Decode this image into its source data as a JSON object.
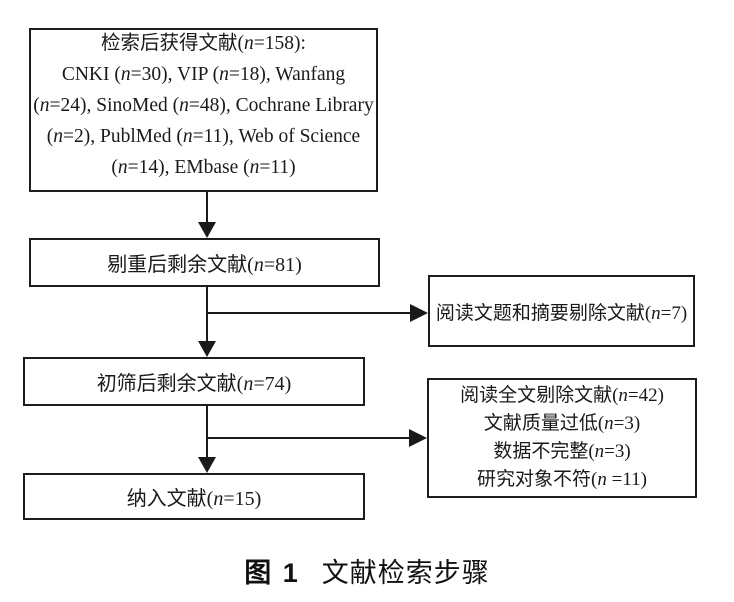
{
  "figure": {
    "nodes": {
      "identified": {
        "lines": [
          "检索后获得文献(n=158):",
          "CNKI (n=30), VIP (n=18), Wanfang",
          "(n=24), SinoMed (n=48), Cochrane Library",
          "(n=2), PublMed (n=11), Web of Science",
          "(n=14), EMbase (n=11)"
        ]
      },
      "after_dedup": {
        "text": "剔重后剩余文献(n=81)"
      },
      "excluded_title_abstract": {
        "text": "阅读文题和摘要剔除文献(n=7)"
      },
      "after_initial_screen": {
        "text": "初筛后剩余文献(n=74)"
      },
      "excluded_fulltext": {
        "lines": [
          "阅读全文剔除文献(n=42)",
          "文献质量过低(n=3)",
          "数据不完整(n=3)",
          "研究对象不符(n =11)"
        ]
      },
      "included": {
        "text": "纳入文献(n=15)"
      }
    },
    "caption": {
      "prefix": "图 1",
      "title": "文献检索步骤"
    },
    "colors": {
      "line": "#1a1a1a",
      "text": "#1a1a1a",
      "background": "#ffffff"
    }
  }
}
